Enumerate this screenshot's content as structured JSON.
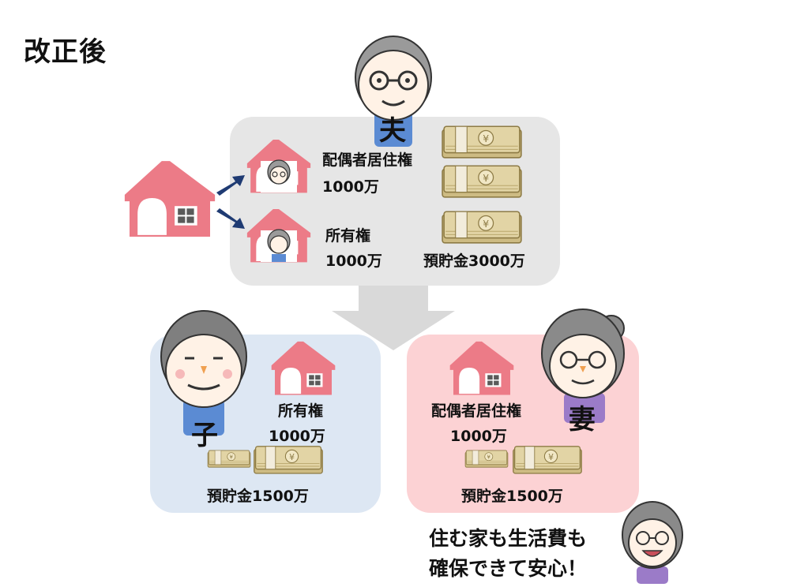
{
  "title": "改正後",
  "husband": {
    "label": "夫"
  },
  "inheritance": {
    "spouse_residence": {
      "label": "配偶者居住権",
      "amount": "1000万"
    },
    "ownership": {
      "label": "所有権",
      "amount": "1000万"
    },
    "savings": {
      "label": "預貯金3000万"
    }
  },
  "child": {
    "label": "子",
    "ownership_label": "所有権",
    "ownership_amount": "1000万",
    "savings": "預貯金1500万"
  },
  "wife": {
    "label": "妻",
    "residence_label": "配偶者居住権",
    "residence_amount": "1000万",
    "savings": "預貯金1500万"
  },
  "speech": {
    "line1": "住む家も生活費も",
    "line2": "確保できて安心！"
  },
  "colors": {
    "house": "#ec7b87",
    "top_panel": "#e6e6e6",
    "child_panel": "#dde7f3",
    "wife_panel": "#fcd2d4",
    "arrow": "#1f3b73",
    "money": "#d8c99a"
  }
}
